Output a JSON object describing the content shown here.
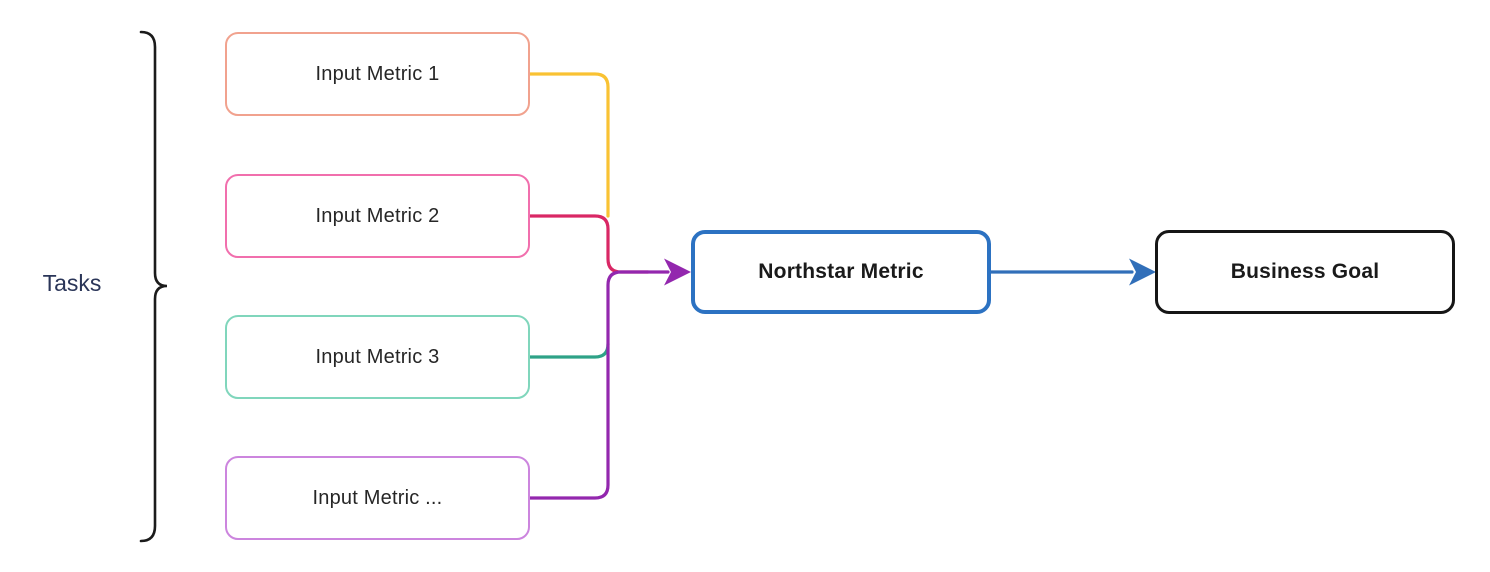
{
  "diagram": {
    "background_color": "#ffffff",
    "group": {
      "label": "Tasks",
      "label_color": "#2A3558",
      "brace_color": "#1b1b1b"
    },
    "input_nodes": [
      {
        "label": "Input Metric 1",
        "border_color": "#F1A28E",
        "edge_color": "#F9C233"
      },
      {
        "label": "Input Metric 2",
        "border_color": "#F16FAD",
        "edge_color": "#D92765"
      },
      {
        "label": "Input Metric 3",
        "border_color": "#80D6BC",
        "edge_color": "#2EA287"
      },
      {
        "label": "Input Metric ...",
        "border_color": "#CC85DE",
        "edge_color": "#9327AE"
      }
    ],
    "merge_edge_color": "#9327AE",
    "northstar_node": {
      "label": "Northstar Metric",
      "border_color": "#2C72C2",
      "text_color": "#1a1a1a"
    },
    "business_node": {
      "label": "Business Goal",
      "border_color": "#161616",
      "text_color": "#1a1a1a"
    },
    "northstar_to_business_edge_color": "#316FB9"
  }
}
